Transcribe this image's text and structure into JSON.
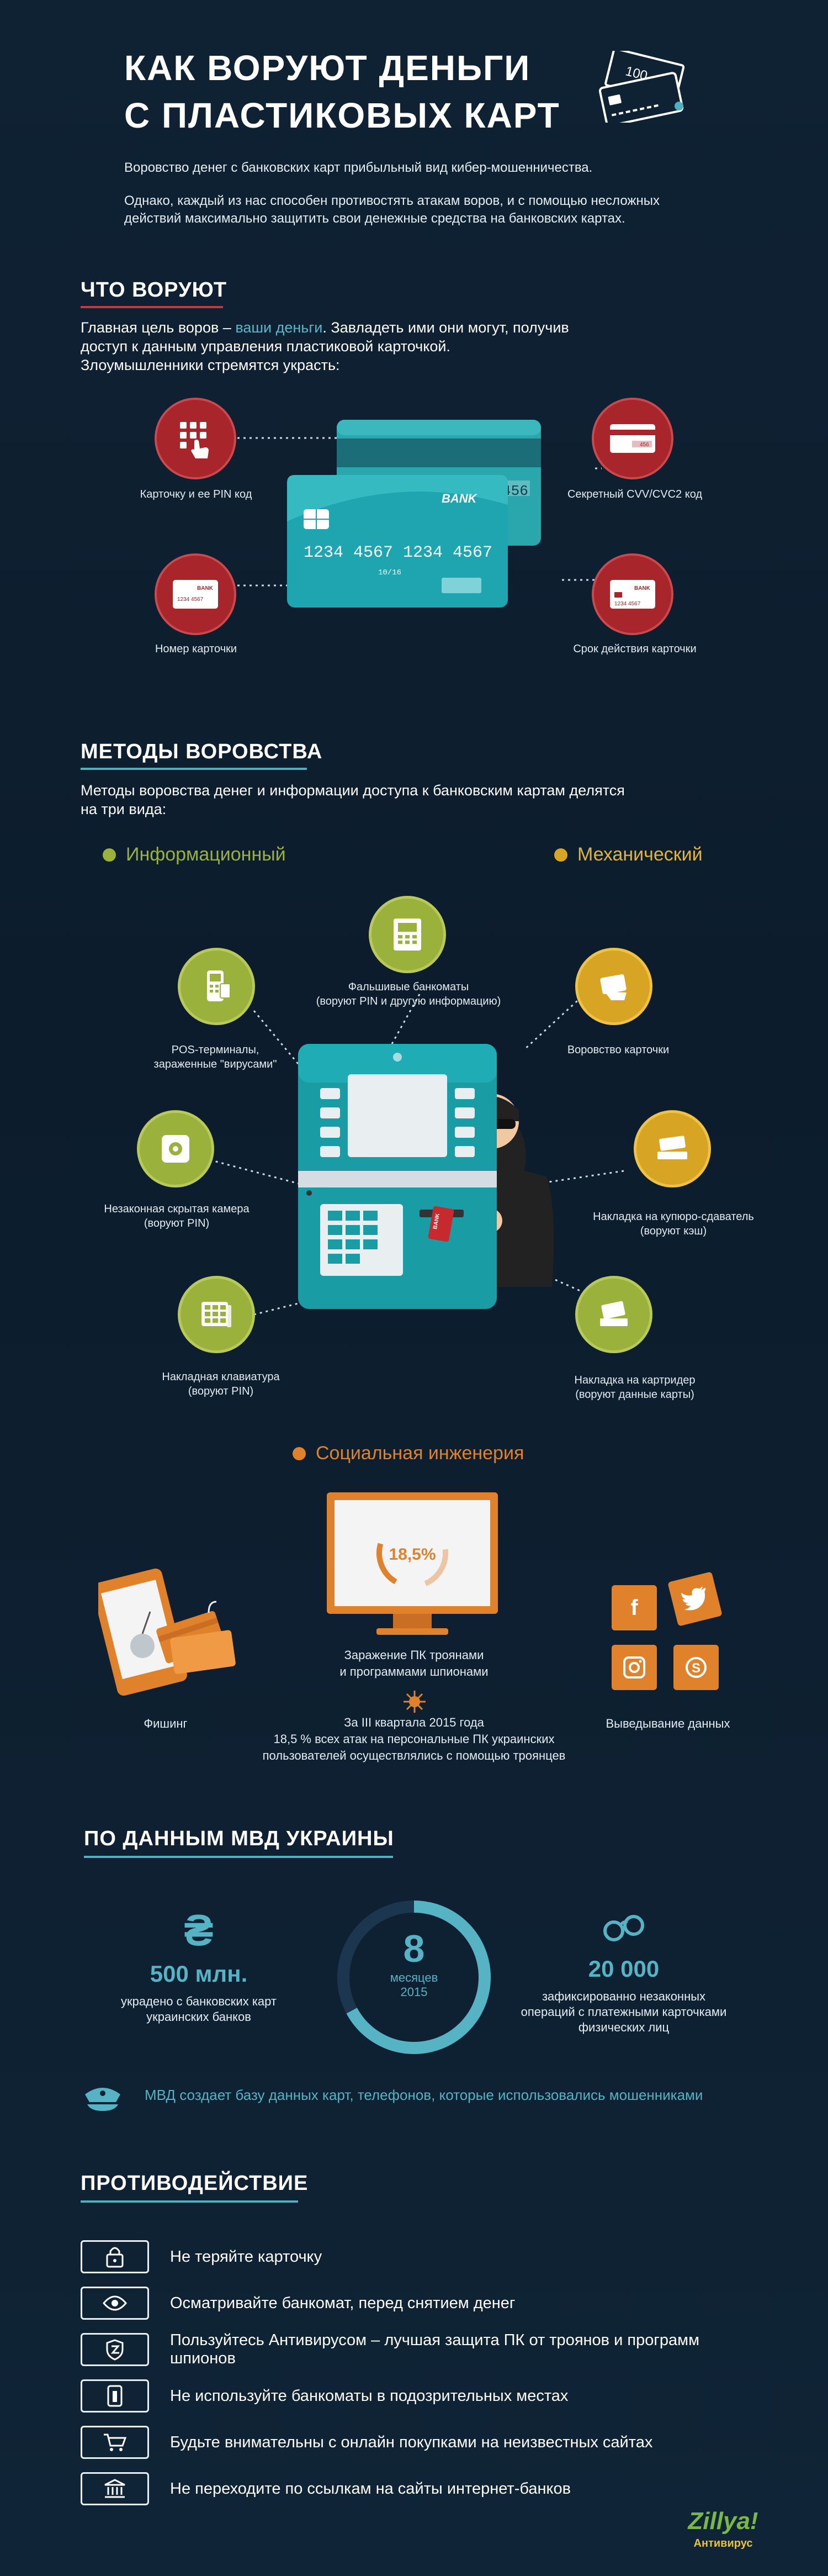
{
  "header": {
    "title_line1": "КАК ВОРУЮТ ДЕНЬГИ",
    "title_line2": "С ПЛАСТИКОВЫХ КАРТ",
    "banknote_value": "100",
    "intro_p1": "Воровство денег с банковских карт прибыльный вид кибер-мошенничества.",
    "intro_p2": "Однако, каждый из нас способен противостять атакам воров, и с помощью несложных действий максимально защитить свои денежные средства на банковских картах."
  },
  "what_steal": {
    "heading": "ЧТО ВОРУЮТ",
    "text_before": "Главная цель воров – ",
    "text_highlight": "ваши деньги",
    "text_after": ". Завладеть ими они могут, получив доступ к данным управления пластиковой карточкой.",
    "text_line3": "Злоумышленники стремятся украсть:",
    "items": {
      "card_pin": "Карточку и ее PIN код",
      "card_number": "Номер карточки",
      "cvv": "Секретный CVV/CVC2  код",
      "expiry": "Срок действия карточки"
    },
    "card": {
      "bank": "BANK",
      "number": "1234 4567 1234 4567",
      "expiry": "10/16",
      "cvv": "456",
      "back_digits": "1234",
      "mini_bank": "BANK",
      "mini_number": "1234 4567",
      "mini_cvv": "456"
    }
  },
  "methods": {
    "heading": "МЕТОДЫ ВОРОВСТВА",
    "text": "Методы воровства денег и информации доступа к банковским картам делятся на три вида:",
    "cat_info": "Информационный",
    "cat_mech": "Механический",
    "cat_social": "Социальная инженерия",
    "colors": {
      "info": "#9ab13b",
      "mech": "#d8a424",
      "social": "#e0822c"
    },
    "info_items": {
      "fake_atm": "Фальшивые банкоматы\n(воруют PIN и другую информацию)",
      "pos": "POS-терминалы,\nзараженные \"вирусами\"",
      "camera": "Незаконная скрытая камера\n(воруют PIN)",
      "keypad": "Накладная клавиатура\n(воруют PIN)"
    },
    "mech_items": {
      "theft": "Воровство карточки",
      "cash_trap": "Накладка на купюро-сдаватель\n(воруют кэш)",
      "skimmer": "Накладка на картридер\n(воруют данные карты)"
    },
    "atm_card_label": "BANK",
    "social": {
      "percent": "18,5%",
      "infection": "Заражение ПК троянами\nи программами шпионами",
      "phishing": "Фишинг",
      "extraction": "Выведывание данных",
      "stat": "За III квартала 2015 года\n18,5 % всех атак на персональные ПК украинских\nпользователей осуществлялись с помощью троянцев"
    }
  },
  "mvd": {
    "heading": "ПО ДАННЫМ МВД УКРАИНЫ",
    "stolen_symbol": "₴",
    "stolen_amount": "500 млн.",
    "stolen_text": "украдено с банковских карт\nукраинских банков",
    "period_num": "8",
    "period_unit": "месяцев",
    "period_year": "2015",
    "ops_amount": "20 000",
    "ops_text": "зафиксированно незаконных\nопераций с платежными карточками\nфизических лиц",
    "database_note": "МВД создает базу данных карт, телефонов, которые использовались мошенниками"
  },
  "counter": {
    "heading": "ПРОТИВОДЕЙСТВИЕ",
    "tips": [
      {
        "icon": "lock-icon",
        "text": "Не теряйте карточку"
      },
      {
        "icon": "eye-icon",
        "text": "Осматривайте банкомат, перед снятием денег"
      },
      {
        "icon": "shield-icon",
        "text": "Пользуйтесь Антивирусом – лучшая защита ПК от троянов и программ шпионов"
      },
      {
        "icon": "atm-slot-icon",
        "text": "Не используйте банкоматы в подозрительных местах"
      },
      {
        "icon": "cart-icon",
        "text": "Будьте внимательны с онлайн покупками на неизвестных сайтах"
      },
      {
        "icon": "bank-icon",
        "text": "Не переходите по ссылкам на сайты интернет-банков"
      }
    ]
  },
  "brand": {
    "logo_text": "Zillya!",
    "logo_sub": "Антивирус"
  }
}
